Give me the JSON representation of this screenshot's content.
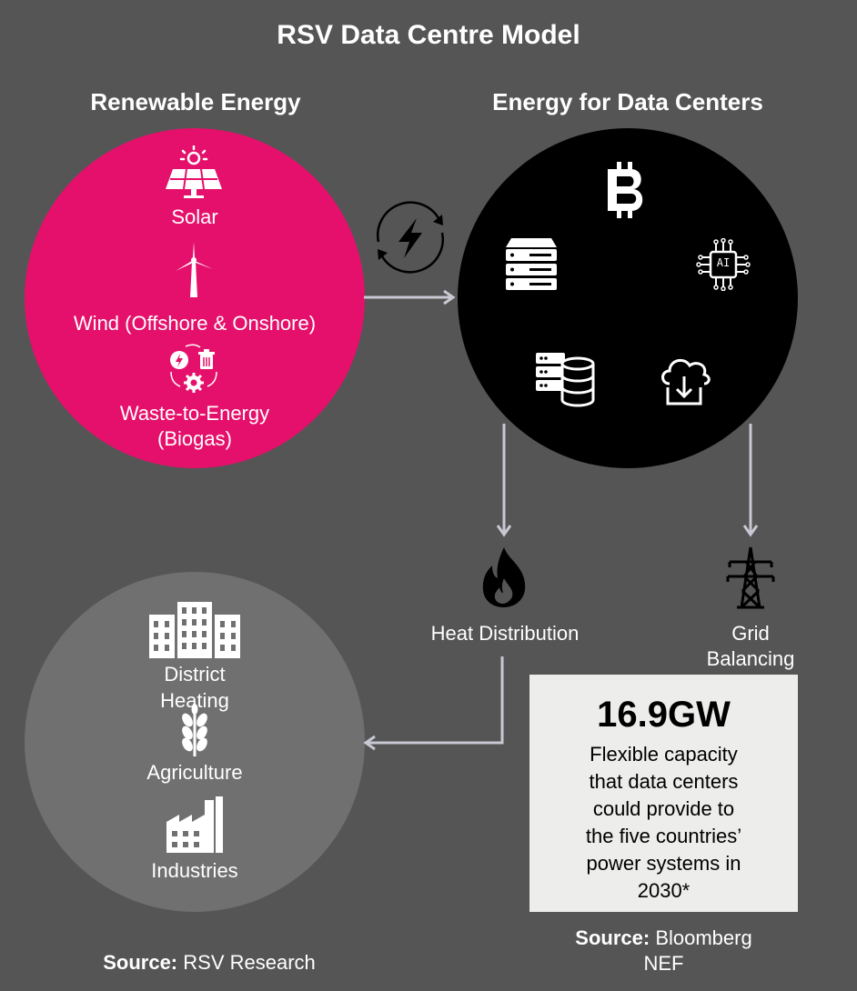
{
  "title": "RSV Data Centre Model",
  "renewable": {
    "heading": "Renewable Energy",
    "items": [
      "Solar",
      "Wind (Offshore & Onshore)",
      "Waste-to-Energy",
      "(Biogas)"
    ]
  },
  "datacenters": {
    "heading": "Energy for Data Centers",
    "ai_chip_text": "AI"
  },
  "outputs": {
    "heat": "Heat Distribution",
    "grid_line1": "Grid",
    "grid_line2": "Balancing"
  },
  "uses": {
    "district_line1": "District",
    "district_line2": "Heating",
    "agriculture": "Agriculture",
    "industries": "Industries"
  },
  "stat": {
    "value": "16.9GW",
    "desc_lines": [
      "Flexible capacity",
      "that data centers",
      "could provide to",
      "the five countries’",
      "power systems in",
      "2030*"
    ]
  },
  "sources": {
    "left_label": "Source:",
    "left_value": "RSV Research",
    "right_label": "Source:",
    "right_value1": "Bloomberg",
    "right_value2": "NEF"
  },
  "colors": {
    "background": "#555555",
    "renewable_circle": "#e5106b",
    "datacenter_circle": "#000000",
    "uses_circle": "#707070",
    "arrow": "#c8c8d2",
    "stat_box": "#ededec"
  }
}
